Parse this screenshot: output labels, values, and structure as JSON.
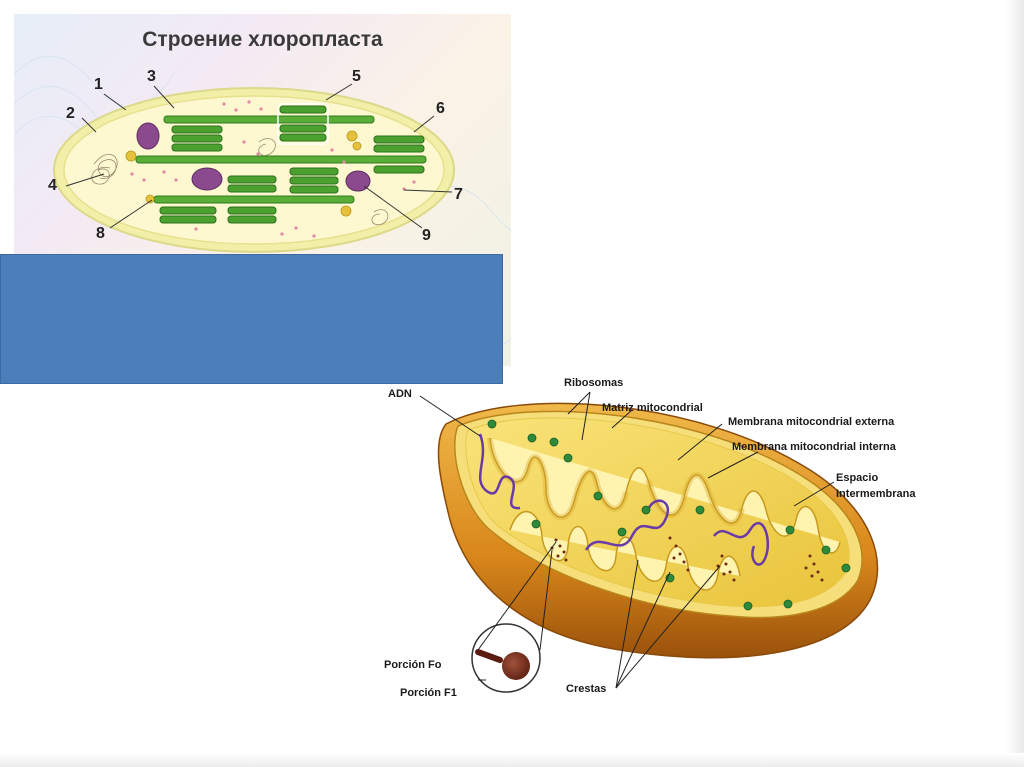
{
  "chloroplast": {
    "title": "Строение хлоропласта",
    "numbers": [
      "1",
      "2",
      "3",
      "4",
      "5",
      "6",
      "7",
      "8",
      "9"
    ]
  },
  "mitochondrion": {
    "labels": {
      "adn": "ADN",
      "ribosomas": "Ribosomas",
      "matriz": "Matriz mitocondrial",
      "externa": "Membrana mitocondrial externa",
      "interna": "Membrana mitocondrial interna",
      "espacio": "Espacio",
      "intermembrana": "Intermembrana",
      "fo": "Porción Fo",
      "f1": "Porción F1",
      "crestas": "Crestas"
    }
  },
  "colors": {
    "blue_box": "#4c7ebb",
    "thylakoid_green": "#4aa12f",
    "stroma": "#fcf6c8",
    "envelope": "#e9e79a",
    "mito_outer": "#d98a18",
    "mito_inner": "#f4d84e"
  }
}
